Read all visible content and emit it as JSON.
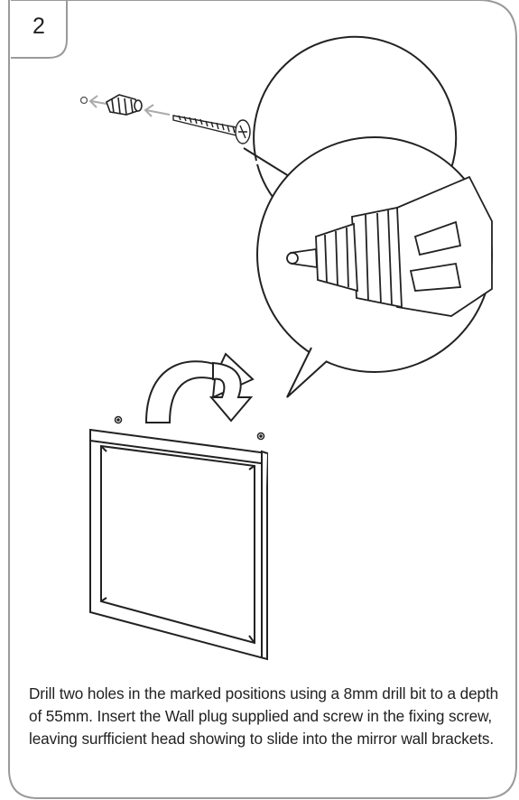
{
  "step": {
    "number": "2"
  },
  "instruction": {
    "text": "Drill two holes in the marked positions using a 8mm drill bit to a depth of 55mm. Insert the Wall plug supplied and screw in the fixing screw, leaving surfficient head showing to slide into the mirror wall brackets."
  },
  "illustration": {
    "items": [
      "wall-hole",
      "wall-plug",
      "fixing-screw",
      "power-drill",
      "curved-arrow",
      "mirror-frame",
      "screw-head-left",
      "screw-head-right"
    ]
  },
  "colors": {
    "outline": "#9a9a9a",
    "line": "#222222",
    "arrow_gray": "#aaaaaa",
    "background": "#ffffff"
  }
}
